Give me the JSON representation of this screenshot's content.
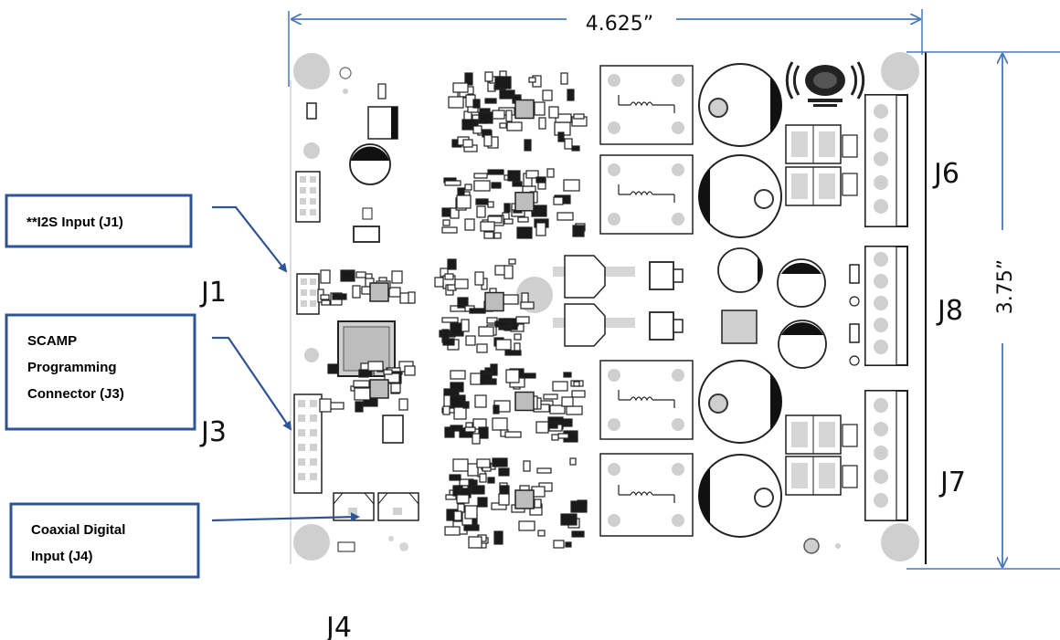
{
  "dimensions": {
    "width": "4.625”",
    "height": "3.75”"
  },
  "callouts": {
    "i2s": "**I2S Input (J1)",
    "scamp_line1": "SCAMP",
    "scamp_line2": "Programming",
    "scamp_line3": "Connector (J3)",
    "coax_line1": "Coaxial Digital",
    "coax_line2": "Input (J4)"
  },
  "connector_labels": {
    "j1": "J1",
    "j3": "J3",
    "j4": "J4",
    "j6": "J6",
    "j7": "J7",
    "j8": "J8"
  },
  "colors": {
    "accent_blue": "#2f5496",
    "dimension_blue": "#4a78b5",
    "board_pad_gray": "#cfcfcf",
    "component_black": "#111111"
  }
}
